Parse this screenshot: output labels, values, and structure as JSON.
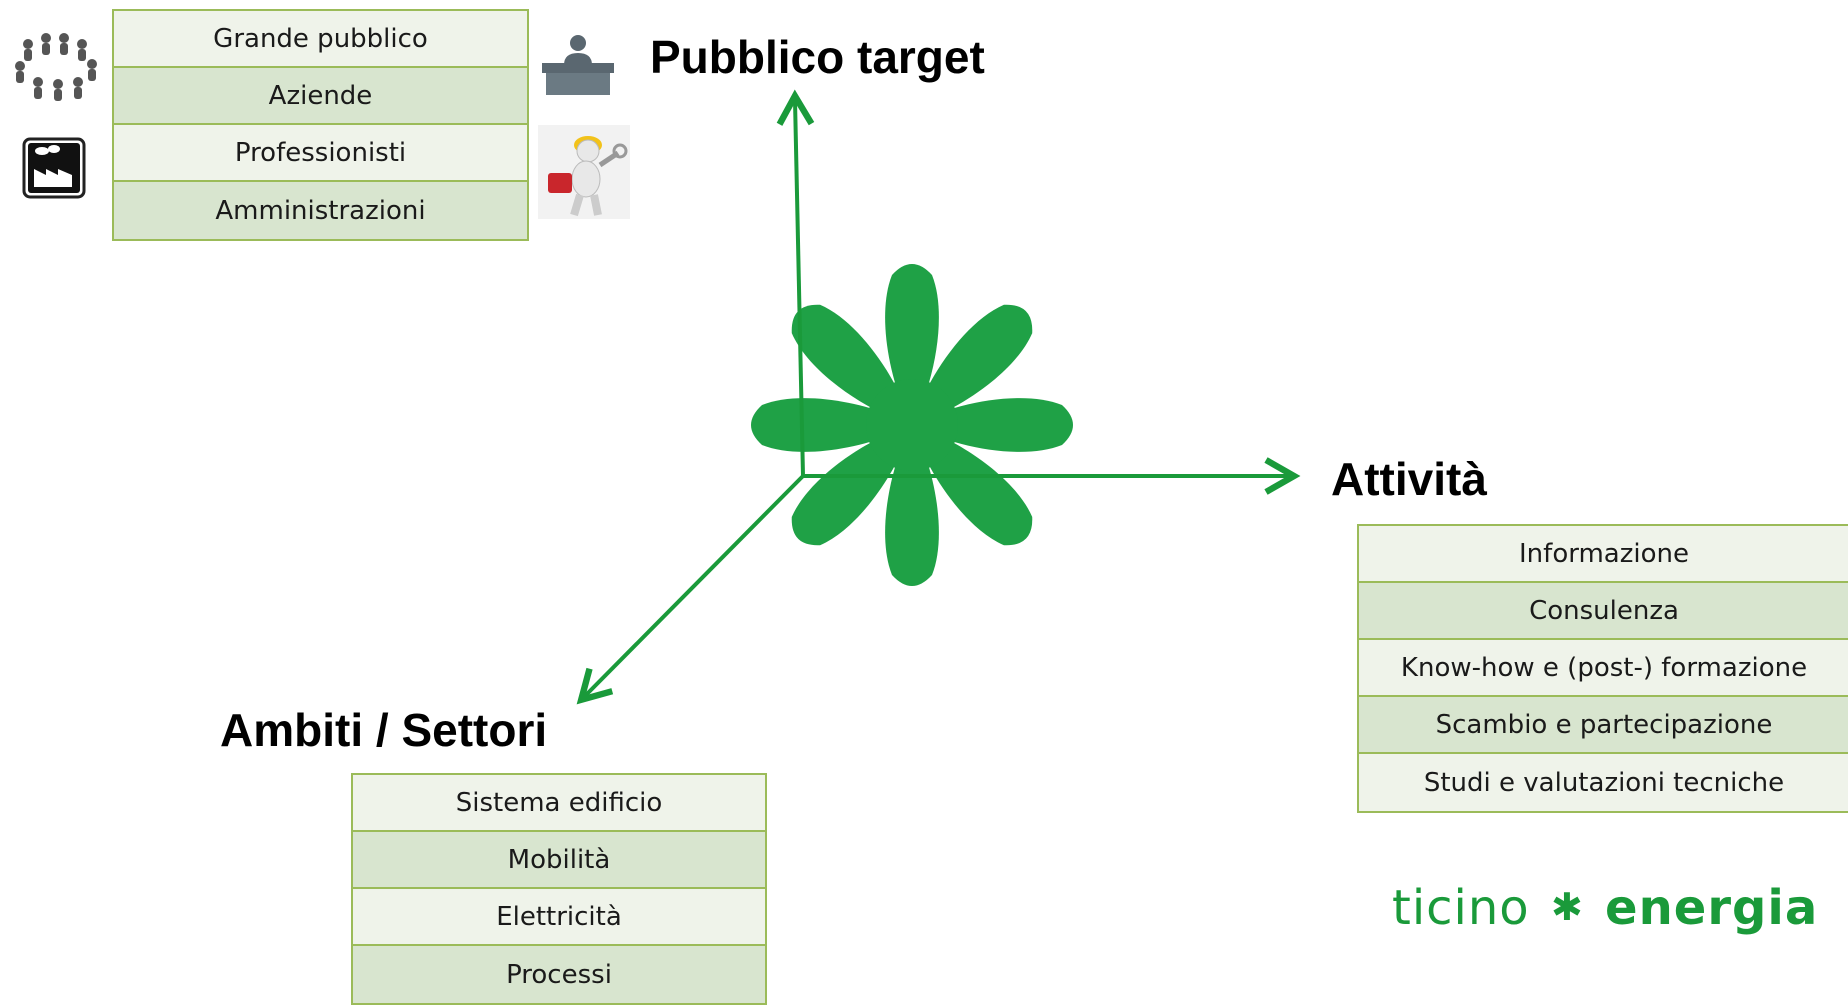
{
  "axes": {
    "vertical_label": "Pubblico target",
    "horizontal_label": "Attività",
    "diagonal_label": "Ambiti / Settori"
  },
  "tables": {
    "pubblico_target": [
      "Grande pubblico",
      "Aziende",
      "Professionisti",
      "Amministrazioni"
    ],
    "attivita": [
      "Informazione",
      "Consulenza",
      "Know-how e (post-) formazione",
      "Scambio e partecipazione",
      "Studi e valutazioni tecniche"
    ],
    "ambiti": [
      "Sistema edificio",
      "Mobilità",
      "Elettricità",
      "Processi"
    ]
  },
  "logo": {
    "part1": "ticino",
    "symbol": "✱",
    "part2": "energia"
  },
  "colors": {
    "accent_green": "#1a9a3a",
    "table_border": "#9bbb59",
    "row_light": "#eff3ea",
    "row_dark": "#d8e5cf"
  },
  "icons": [
    "people-circle-icon",
    "factory-icon",
    "office-desk-person-icon",
    "worker-toolbox-icon"
  ]
}
